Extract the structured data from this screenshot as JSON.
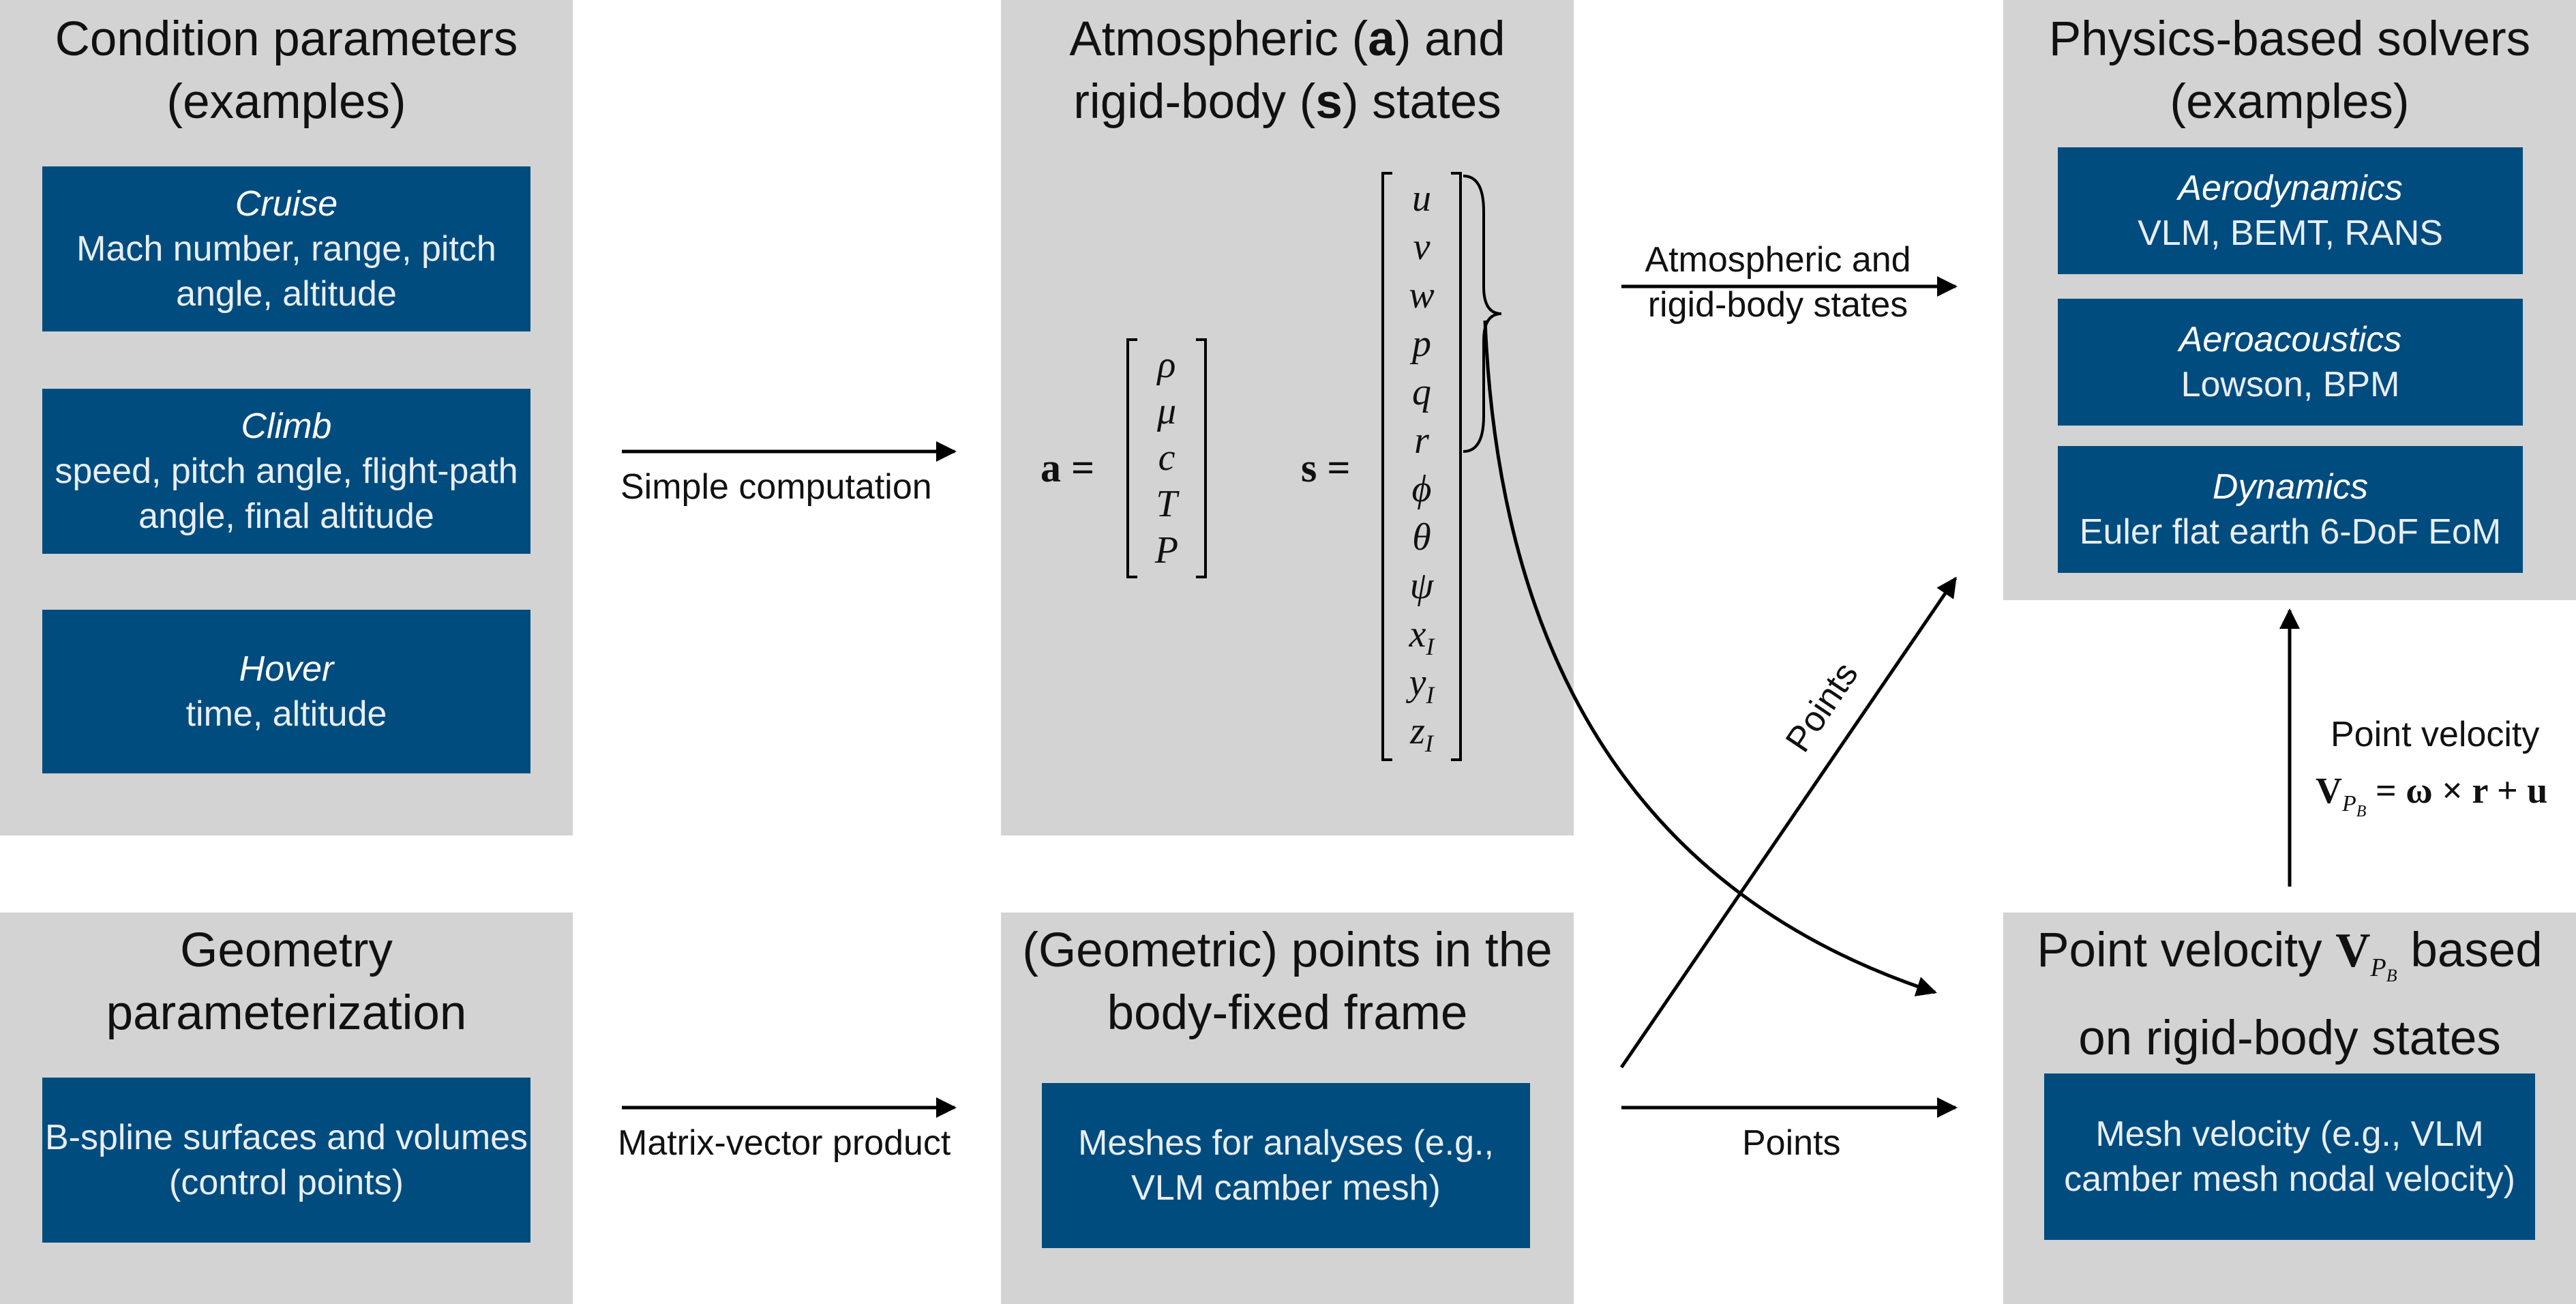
{
  "panels": {
    "condition": {
      "title": [
        "Condition parameters",
        "(examples)"
      ],
      "boxes": [
        {
          "title": "Cruise",
          "lines": [
            "Mach number, range, pitch",
            "angle, altitude"
          ]
        },
        {
          "title": "Climb",
          "lines": [
            "speed, pitch angle, flight-path",
            "angle, final altitude"
          ]
        },
        {
          "title": "Hover",
          "lines": [
            "time, altitude"
          ]
        }
      ]
    },
    "states": {
      "title": [
        "Atmospheric (a) and",
        "rigid-body (s) states"
      ],
      "title_parts": {
        "pre": "Atmospheric (",
        "a": "a",
        "mid": ") and",
        "pre2": "rigid-body (",
        "s": "s",
        "post": ") states"
      },
      "a_label": "a =",
      "s_label": "s =",
      "a_vector": [
        "ρ",
        "μ",
        "c",
        "T",
        "P"
      ],
      "s_vector": [
        "u",
        "v",
        "w",
        "p",
        "q",
        "r",
        "ϕ",
        "θ",
        "ψ",
        "x",
        "y",
        "z"
      ],
      "s_subscripts": [
        "",
        "",
        "",
        "",
        "",
        "",
        "",
        "",
        "",
        "I",
        "I",
        "I"
      ]
    },
    "solvers": {
      "title": [
        "Physics-based solvers",
        "(examples)"
      ],
      "boxes": [
        {
          "title": "Aerodynamics",
          "lines": [
            "VLM, BEMT, RANS"
          ]
        },
        {
          "title": "Aeroacoustics",
          "lines": [
            "Lowson, BPM"
          ]
        },
        {
          "title": "Dynamics",
          "lines": [
            "Euler flat earth 6-DoF EoM"
          ]
        }
      ]
    },
    "geometry": {
      "title": [
        "Geometry",
        "parameterization"
      ],
      "box_lines": [
        "B-spline surfaces and volumes",
        "(control points)"
      ]
    },
    "points": {
      "title": [
        "(Geometric) points in the",
        "body-fixed frame"
      ],
      "box_lines": [
        "Meshes for analyses (e.g.,",
        "VLM camber mesh)"
      ]
    },
    "velocity": {
      "title_pre": "Point velocity ",
      "title_sym": "V",
      "title_sub": "P",
      "title_subsub": "B",
      "title_post": " based",
      "title_line2": "on rigid-body states",
      "box_lines": [
        "Mesh velocity (e.g., VLM",
        "camber mesh nodal velocity)"
      ]
    }
  },
  "edges": {
    "simple_computation": "Simple computation",
    "matrix_vector": "Matrix-vector product",
    "atm_states": [
      "Atmospheric and",
      "rigid-body states"
    ],
    "points_diag": "Points",
    "points_horiz": "Points",
    "point_velocity": "Point velocity",
    "formula": {
      "lhs": "V",
      "sub": "P",
      "subsub": "B",
      "rhs": " = ω × r + u"
    }
  },
  "colors": {
    "panel": "#d3d3d3",
    "box": "#004c7f",
    "arrow": "#000000"
  }
}
